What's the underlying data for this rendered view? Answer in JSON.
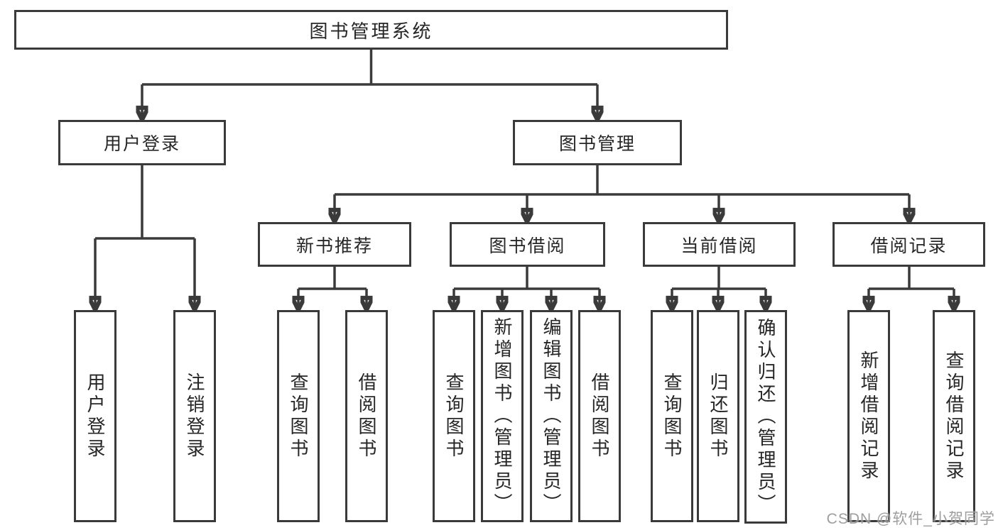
{
  "tree": {
    "root": {
      "label": "图书管理系统",
      "children": [
        {
          "label": "用户登录",
          "children": [
            {
              "label": "用户登录"
            },
            {
              "label": "注销登录"
            }
          ]
        },
        {
          "label": "图书管理",
          "children": [
            {
              "label": "新书推荐",
              "children": [
                {
                  "label": "查询图书"
                },
                {
                  "label": "借阅图书"
                }
              ]
            },
            {
              "label": "图书借阅",
              "children": [
                {
                  "label": "查询图书"
                },
                {
                  "label": "新增图书（管理员）"
                },
                {
                  "label": "编辑图书（管理员）"
                },
                {
                  "label": "借阅图书"
                }
              ]
            },
            {
              "label": "当前借阅",
              "children": [
                {
                  "label": "查询图书"
                },
                {
                  "label": "归还图书"
                },
                {
                  "label": "确认归还（管理员）"
                }
              ]
            },
            {
              "label": "借阅记录",
              "children": [
                {
                  "label": "新增借阅记录"
                },
                {
                  "label": "查询借阅记录"
                }
              ]
            }
          ]
        }
      ]
    }
  },
  "watermark": {
    "text": "CSDN @软件_小贺同学"
  },
  "colors": {
    "line": "#3a3a3a",
    "text": "#262626",
    "watermark": "#949494",
    "background": "#ffffff"
  }
}
